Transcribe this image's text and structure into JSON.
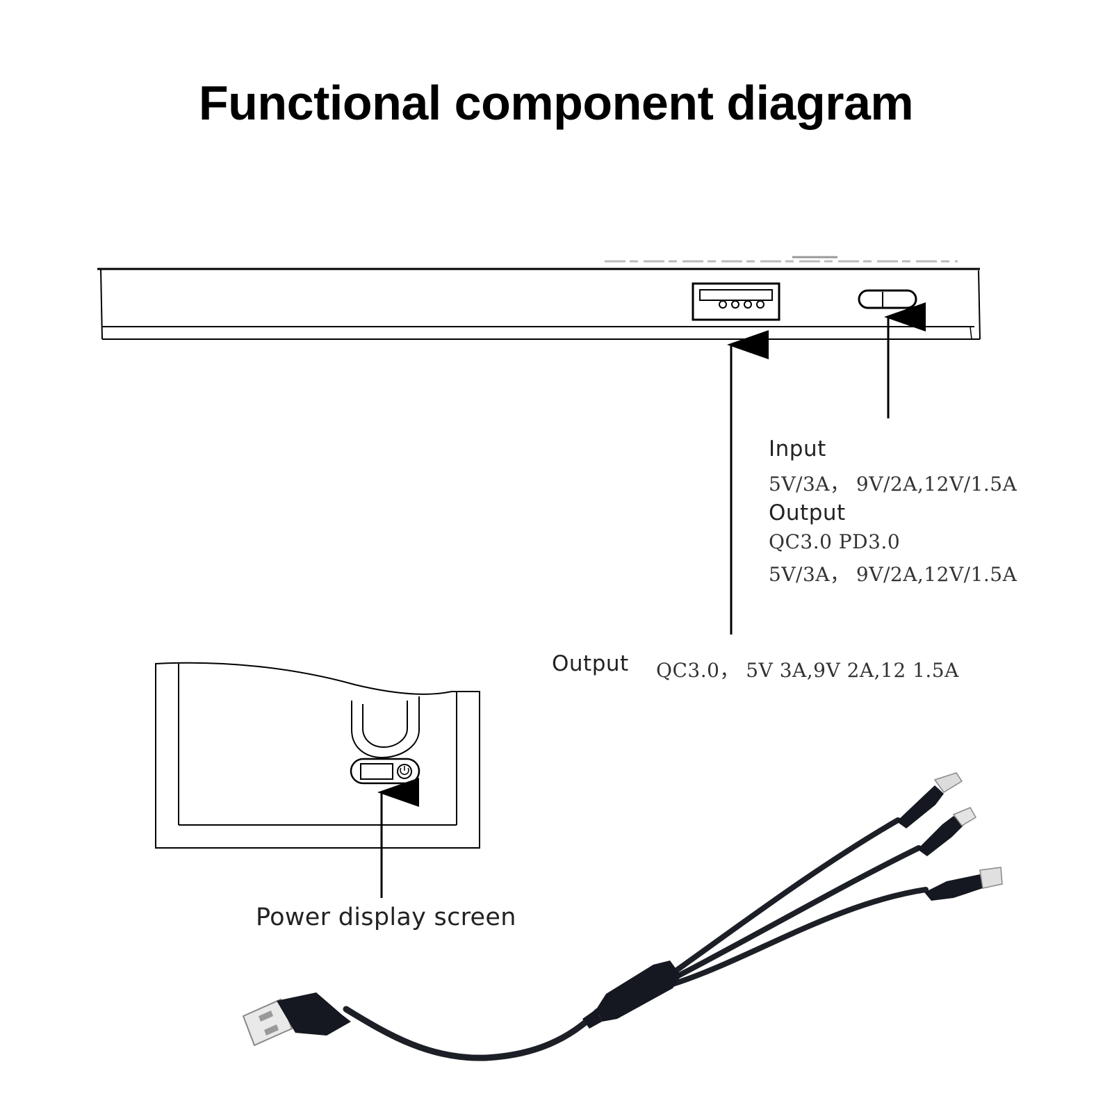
{
  "title": "Functional component diagram",
  "top_view": {
    "typec_port": {
      "input_heading": "Input",
      "input_values": "5V/3A， 9V/2A,12V/1.5A",
      "output_heading": "Output",
      "output_protocols": "QC3.0 PD3.0",
      "output_values": "5V/3A， 9V/2A,12V/1.5A"
    },
    "usb_port": {
      "heading": "Output",
      "values": "QC3.0， 5V 3A,9V 2A,12 1.5A"
    }
  },
  "front_view": {
    "display_caption": "Power display screen"
  },
  "icons": {
    "usb_a_port": "usb-a-port-icon",
    "usb_c_port": "usb-c-port-icon",
    "power": "power-icon",
    "cable": "3-in-1-charging-cable"
  },
  "colors": {
    "line": "#000000",
    "cable": "#1c1f26",
    "text": "#222222"
  }
}
